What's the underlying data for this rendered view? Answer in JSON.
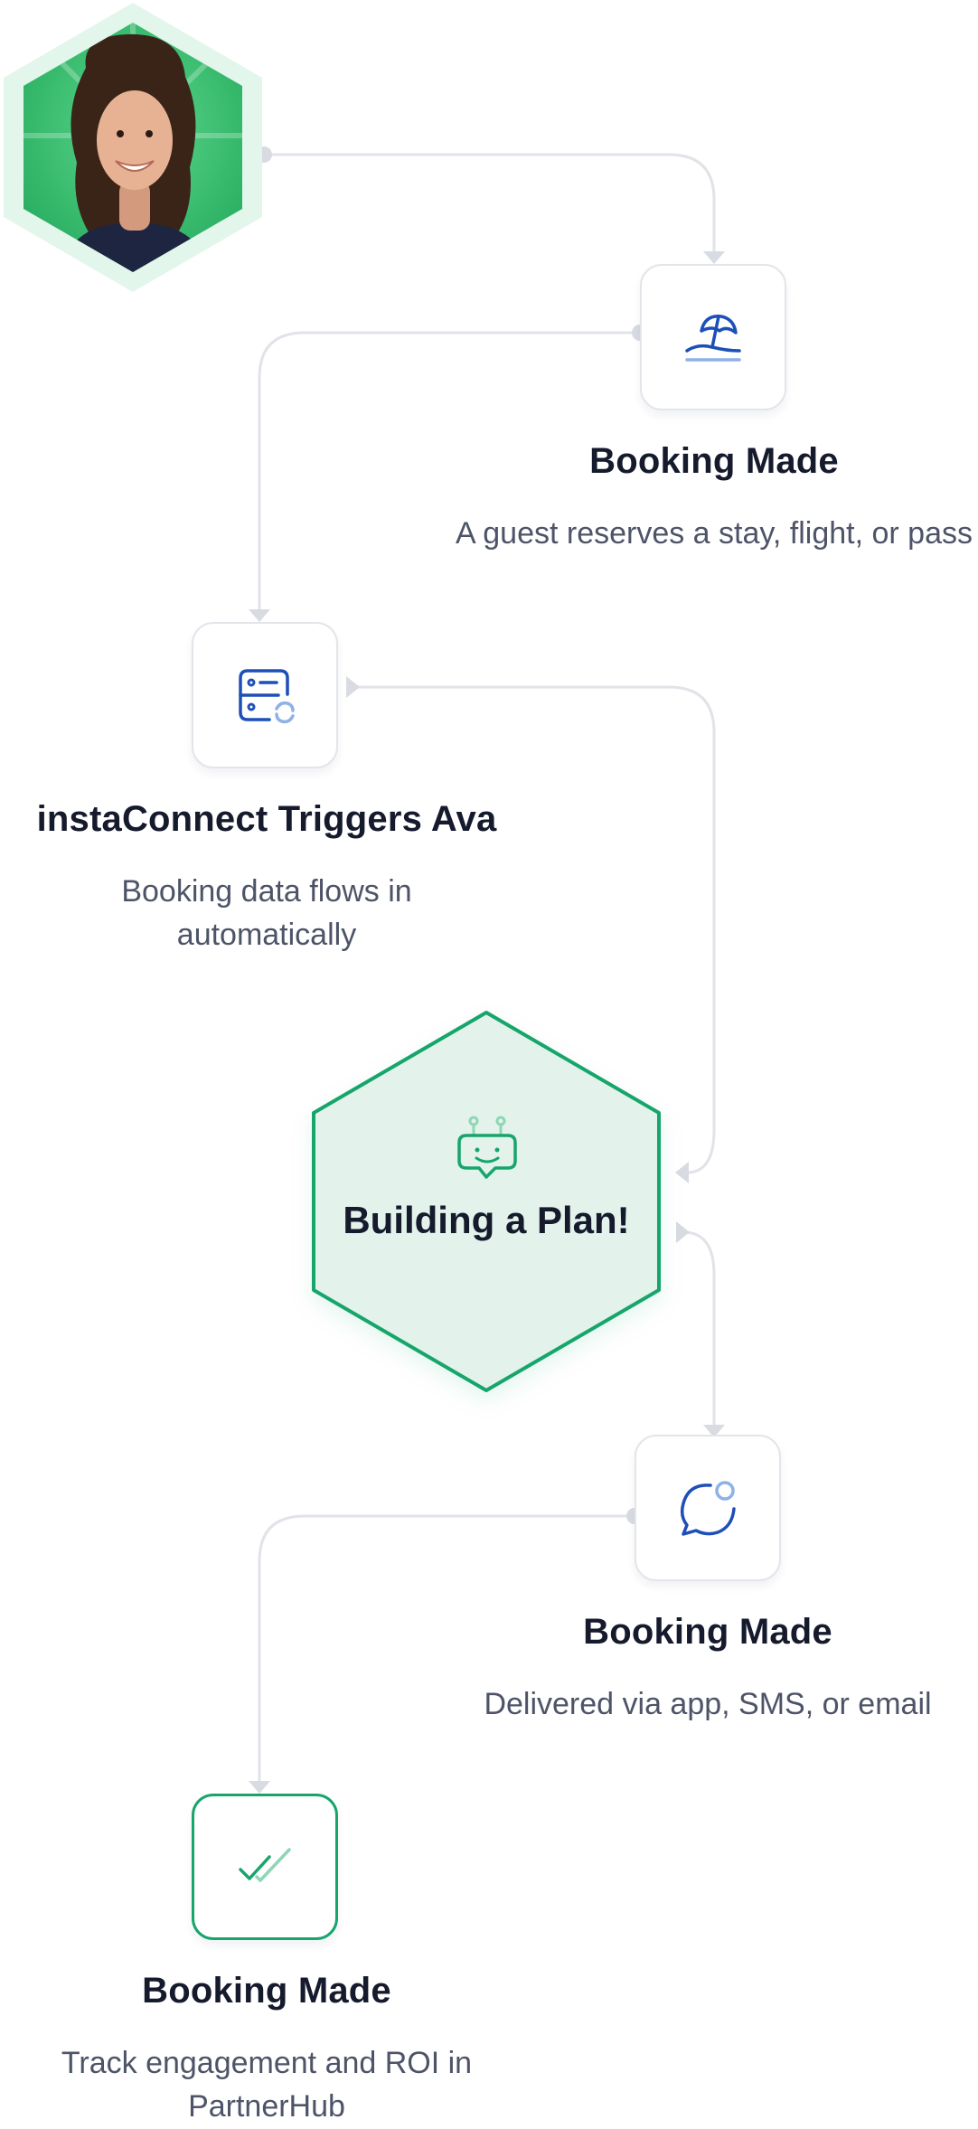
{
  "avatar": {
    "icon": "person-avatar",
    "ring_color": "#e3f6ec",
    "bg_color": "#2fbd6a"
  },
  "steps": [
    {
      "title": "Booking Made",
      "description": "A guest reserves a stay, flight, or pass",
      "icon": "beach-umbrella-icon"
    },
    {
      "title": "instaConnect Triggers Ava",
      "description": "Booking data flows in automatically",
      "icon": "server-sync-icon"
    },
    {
      "title": "Booking Made",
      "description": "Delivered via app, SMS, or email",
      "icon": "chat-bubble-icon"
    },
    {
      "title": "Booking Made",
      "description": "Track engagement and ROI in PartnerHub",
      "icon": "double-check-icon"
    }
  ],
  "center": {
    "title": "Building a Plan!",
    "icon": "robot-chat-icon",
    "fill_color": "#e3f3ec",
    "stroke_color": "#17a56b"
  },
  "colors": {
    "connector": "#e1e3e8",
    "icon_blue": "#1d4fb8",
    "icon_light_blue": "#8fb1e6",
    "icon_green": "#17a56b",
    "icon_light_green": "#8fd6b5"
  }
}
